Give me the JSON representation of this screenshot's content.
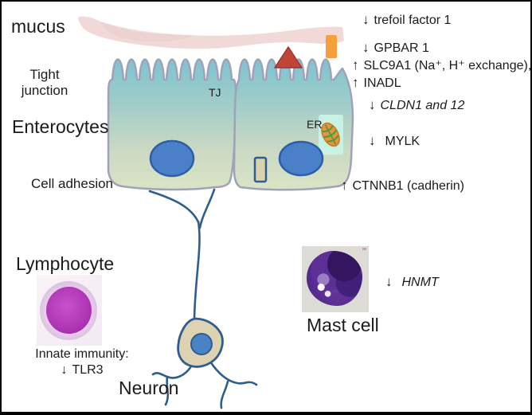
{
  "labels": {
    "mucus": "mucus",
    "tight_junction": "Tight junction",
    "enterocytes": "Enterocytes",
    "cell_adhesion": "Cell adhesion",
    "lymphocyte": "Lymphocyte",
    "neuron": "Neuron",
    "mast_cell": "Mast cell",
    "tj": "TJ",
    "er": "ER"
  },
  "regulation": [
    {
      "arrow": "↓",
      "text": "trefoil factor 1"
    },
    {
      "arrow": "↓",
      "text": "GPBAR 1"
    },
    {
      "arrow": "↑",
      "text": "SLC9A1 (Na⁺, H⁺ exchange),"
    },
    {
      "arrow": "↑",
      "text": "INADL"
    },
    {
      "arrow": "↓",
      "text": "CLDN1 and 12",
      "italic": true
    },
    {
      "arrow": "↓",
      "text": "MYLK"
    },
    {
      "arrow": "↑",
      "text": "CTNNB1 (cadherin)"
    },
    {
      "arrow": "↓",
      "text": "HNMT",
      "italic": true
    }
  ],
  "immunity": {
    "heading": "Innate immunity:",
    "arrow": "↓",
    "gene": "TLR3"
  },
  "colors": {
    "mucus_pink": "#f1d9d8",
    "cell_top_teal": "#7fc3d2",
    "cell_bottom_green": "#dae3c4",
    "cell_outline": "#a0a2ba",
    "nucleus_blue": "#4a80c8",
    "nucleus_outline": "#2c5fa6",
    "neuron_blue": "#2e5d8e",
    "neuron_body_tan": "#ddd3b3",
    "triangle_red": "#bf4538",
    "marker_orange": "#f5a03a",
    "er_mint": "#c8f2e3",
    "mitochondrion_orange": "#e6953f",
    "cristae_green": "#4e9a3c",
    "lymphocyte_magenta": "#b138b7",
    "mast_purple": "#542a8c"
  }
}
